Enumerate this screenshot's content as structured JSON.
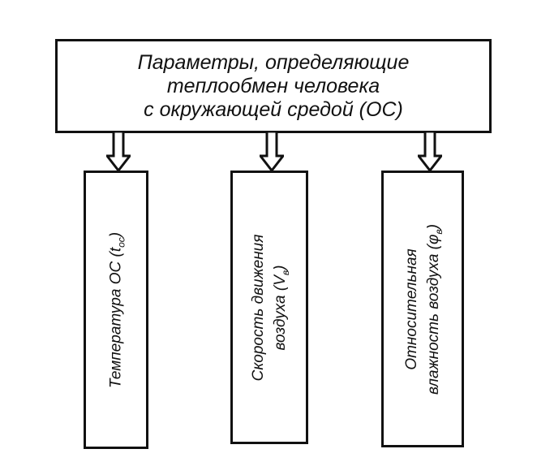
{
  "header": {
    "lines": [
      "Параметры, определяющие",
      "теплообмен человека",
      "с окружающей средой (ОС)"
    ]
  },
  "params": [
    {
      "line1_main": "Температура ОС (t",
      "line1_sub": "ос",
      "line1_end": ")"
    },
    {
      "line1": "Скорость движения",
      "line2_main": "воздуха (V",
      "line2_sub": "в",
      "line2_end": ")"
    },
    {
      "line1": "Относительная",
      "line2_main": "влажность воздуха (φ",
      "line2_sub": "в",
      "line2_end": ")"
    }
  ]
}
